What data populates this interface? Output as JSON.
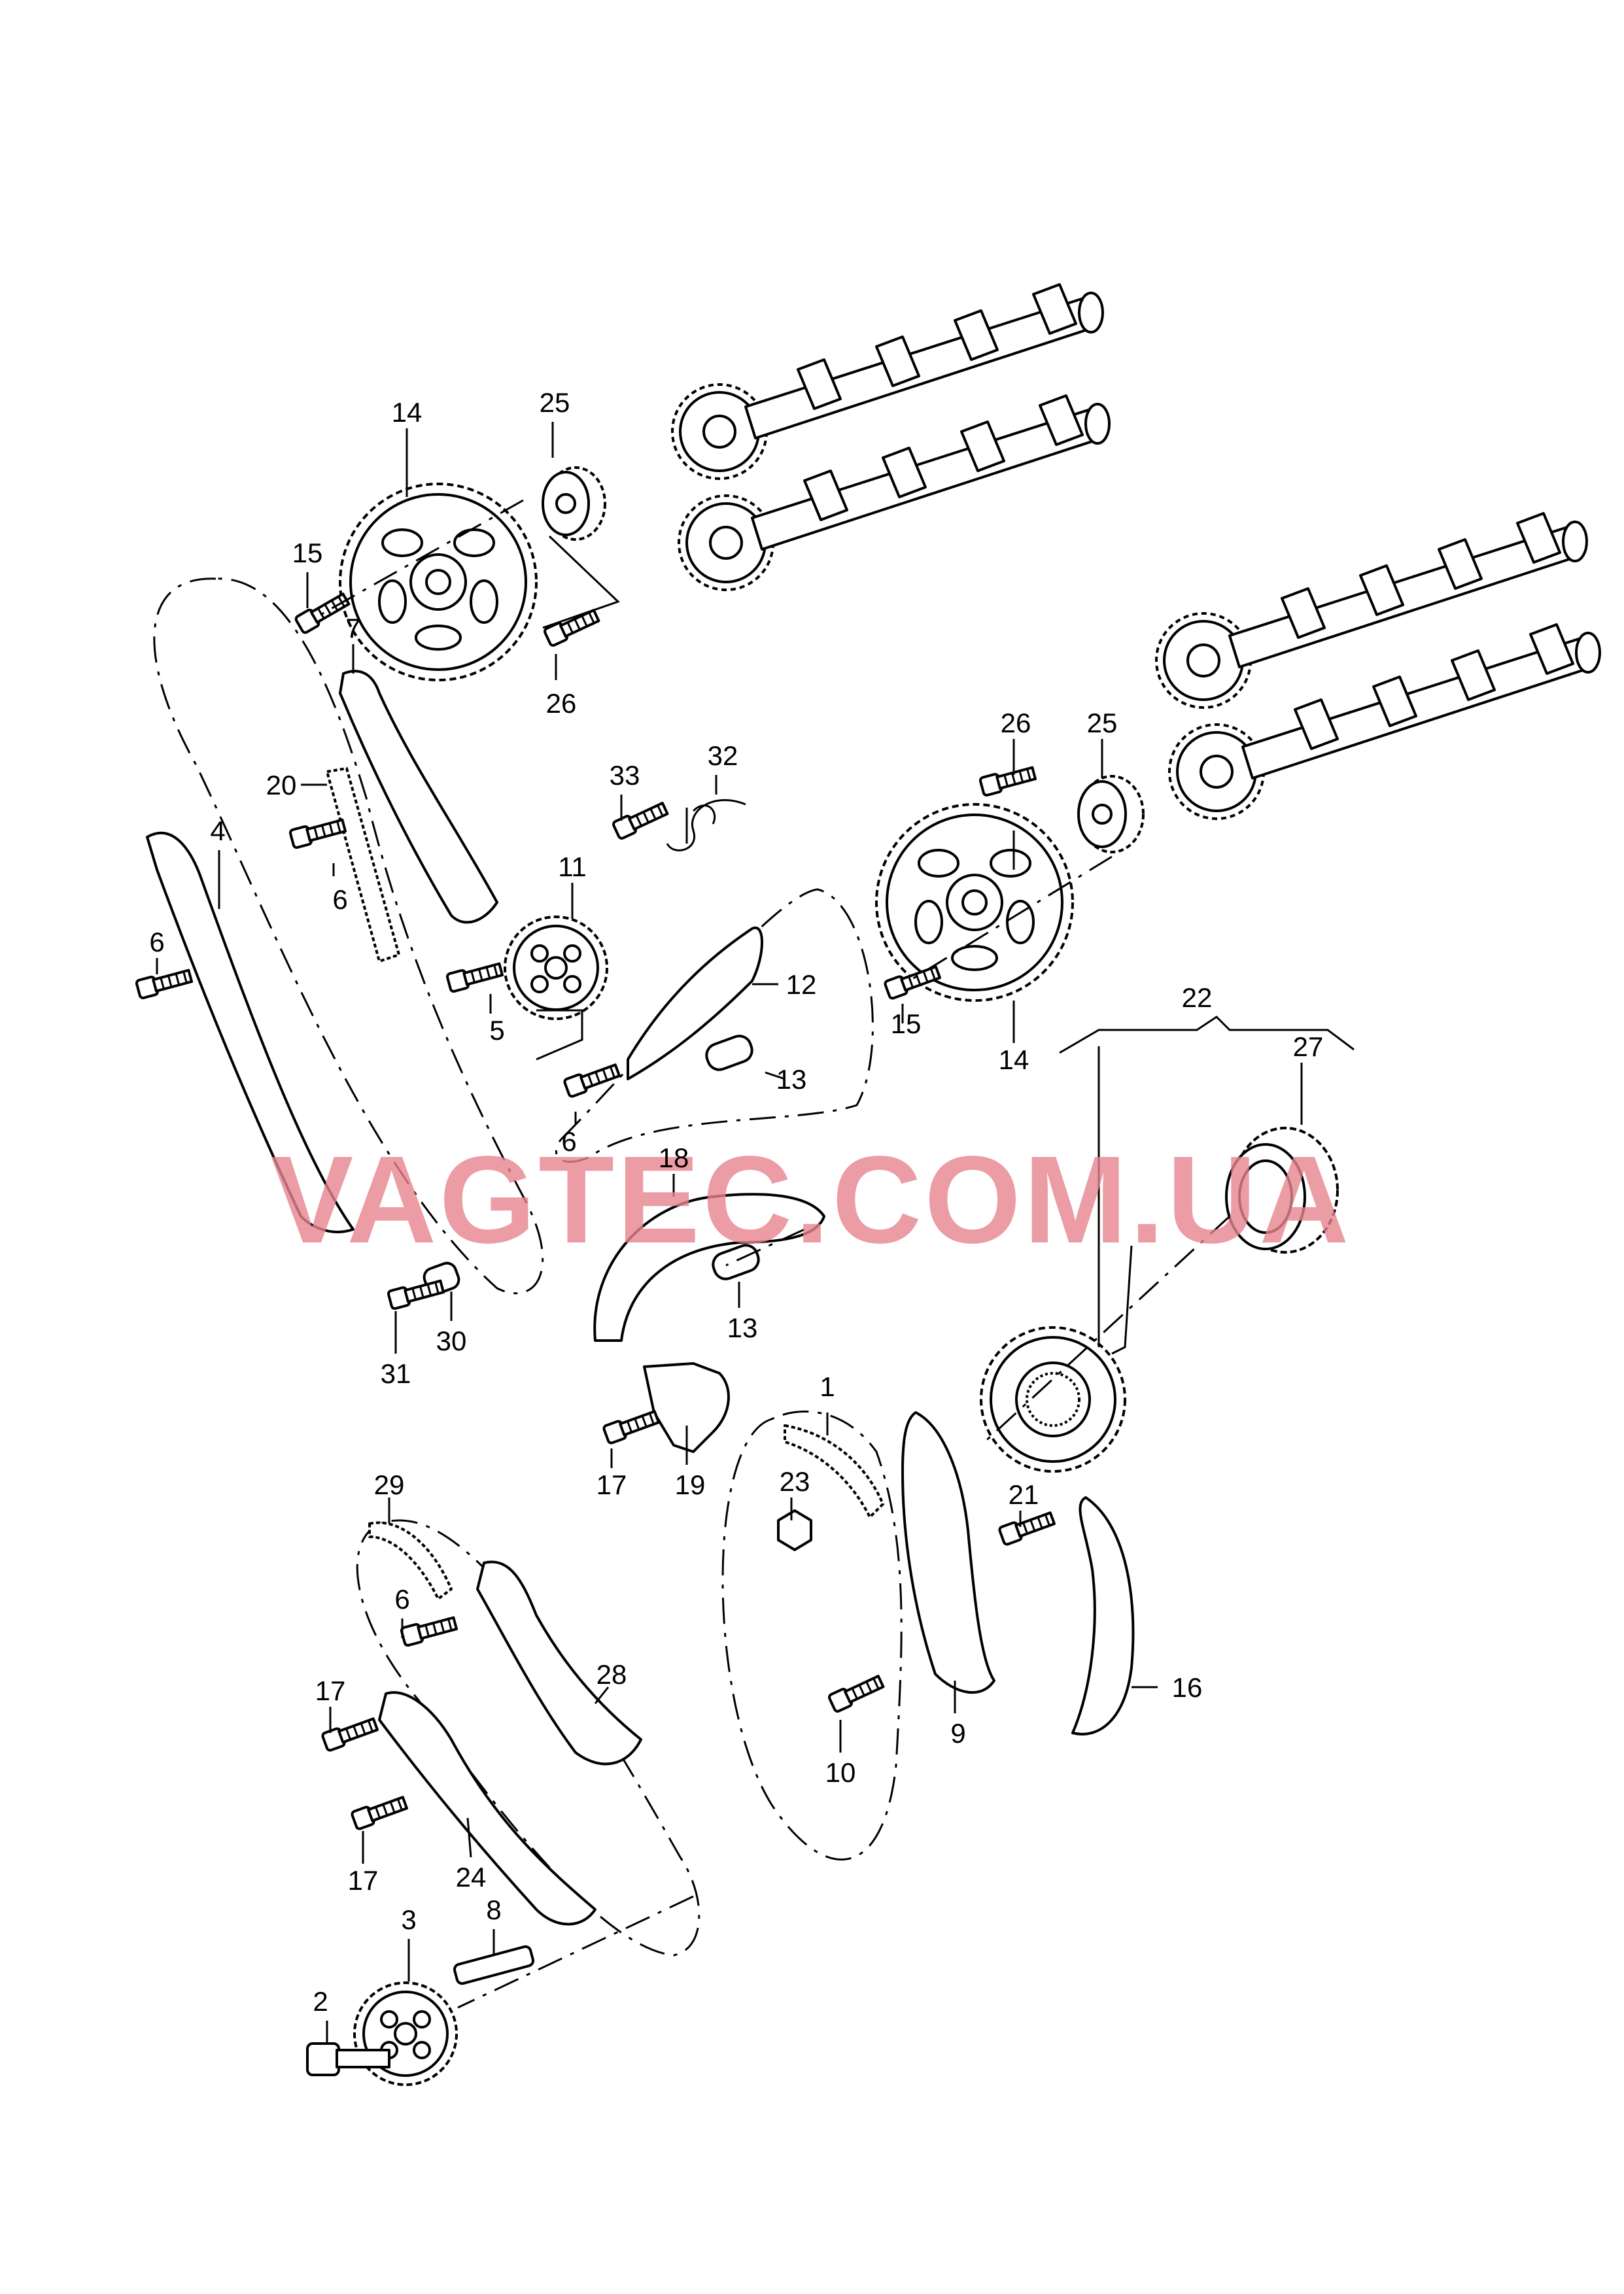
{
  "watermark": "VAGTEC.COM.UA",
  "callouts": [
    {
      "id": "c1",
      "label": "1"
    },
    {
      "id": "c2",
      "label": "2"
    },
    {
      "id": "c3",
      "label": "3"
    },
    {
      "id": "c4",
      "label": "4"
    },
    {
      "id": "c5",
      "label": "5"
    },
    {
      "id": "c6a",
      "label": "6"
    },
    {
      "id": "c6b",
      "label": "6"
    },
    {
      "id": "c6c",
      "label": "6"
    },
    {
      "id": "c6d",
      "label": "6"
    },
    {
      "id": "c7",
      "label": "7"
    },
    {
      "id": "c8",
      "label": "8"
    },
    {
      "id": "c9",
      "label": "9"
    },
    {
      "id": "c10",
      "label": "10"
    },
    {
      "id": "c11",
      "label": "11"
    },
    {
      "id": "c12",
      "label": "12"
    },
    {
      "id": "c13a",
      "label": "13"
    },
    {
      "id": "c13b",
      "label": "13"
    },
    {
      "id": "c14a",
      "label": "14"
    },
    {
      "id": "c14b",
      "label": "14"
    },
    {
      "id": "c15a",
      "label": "15"
    },
    {
      "id": "c15b",
      "label": "15"
    },
    {
      "id": "c16",
      "label": "16"
    },
    {
      "id": "c17a",
      "label": "17"
    },
    {
      "id": "c17b",
      "label": "17"
    },
    {
      "id": "c17c",
      "label": "17"
    },
    {
      "id": "c18",
      "label": "18"
    },
    {
      "id": "c19",
      "label": "19"
    },
    {
      "id": "c20",
      "label": "20"
    },
    {
      "id": "c21",
      "label": "21"
    },
    {
      "id": "c22",
      "label": "22"
    },
    {
      "id": "c23",
      "label": "23"
    },
    {
      "id": "c24",
      "label": "24"
    },
    {
      "id": "c25a",
      "label": "25"
    },
    {
      "id": "c25b",
      "label": "25"
    },
    {
      "id": "c26a",
      "label": "26"
    },
    {
      "id": "c26b",
      "label": "26"
    },
    {
      "id": "c27",
      "label": "27"
    },
    {
      "id": "c28",
      "label": "28"
    },
    {
      "id": "c29",
      "label": "29"
    },
    {
      "id": "c30",
      "label": "30"
    },
    {
      "id": "c31",
      "label": "31"
    },
    {
      "id": "c32",
      "label": "32"
    },
    {
      "id": "c33",
      "label": "33"
    }
  ]
}
